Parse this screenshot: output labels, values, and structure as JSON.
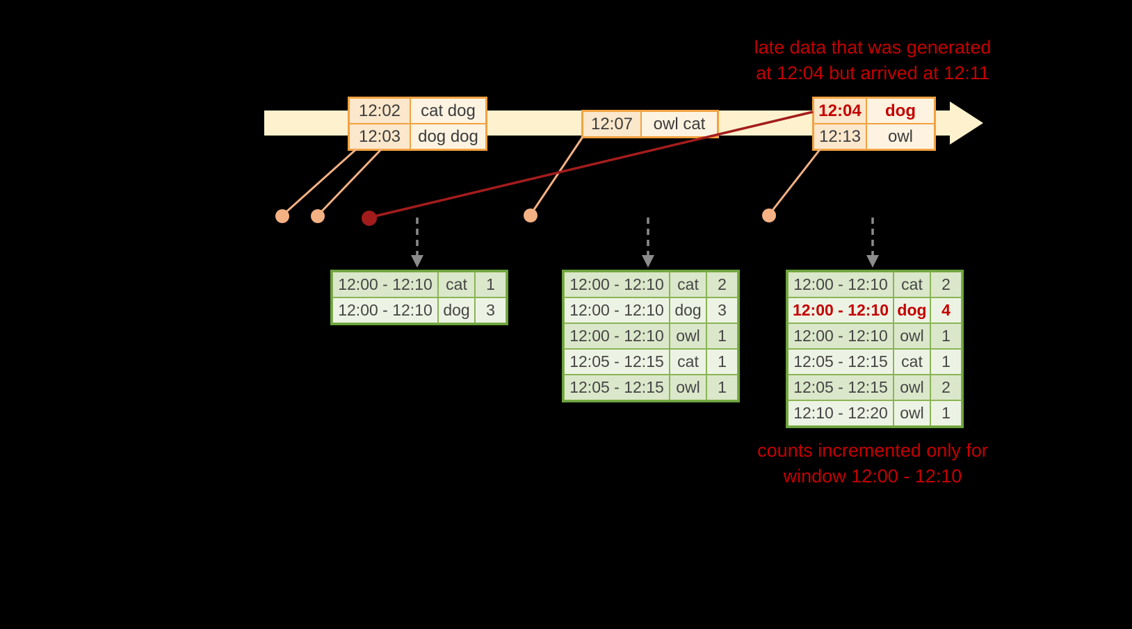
{
  "colors": {
    "bg": "#000000",
    "accent-red": "#c40000",
    "dark-red": "#a31c1c",
    "salmon": "#f4b183",
    "timeline": "#fdf2cd",
    "event-border": "#f2a241",
    "event-time-bg": "#fbe7cb",
    "event-word-bg": "#fdf3e0",
    "table-border": "#6da33f",
    "table-cell-border": "#8ab455",
    "table-row-a": "#dbe7ca",
    "table-row-b": "#edf3e4",
    "table-text": "#454545",
    "arrow-gray": "#8c8c8c"
  },
  "annotations": {
    "late": {
      "line1": "late data that was generated",
      "line2": "at 12:04 but arrived at 12:11"
    },
    "counts": {
      "line1": "counts incremented only for",
      "line2": "window 12:00 - 12:10"
    }
  },
  "events": [
    {
      "rows": [
        {
          "time": "12:02",
          "words": "cat dog"
        },
        {
          "time": "12:03",
          "words": "dog dog"
        }
      ]
    },
    {
      "rows": [
        {
          "time": "12:07",
          "words": "owl cat"
        }
      ]
    },
    {
      "rows": [
        {
          "time": "12:04",
          "words": "dog"
        },
        {
          "time": "12:13",
          "words": "owl"
        }
      ]
    }
  ],
  "tables": [
    {
      "rows": [
        {
          "window": "12:00 - 12:10",
          "word": "cat",
          "count": "1"
        },
        {
          "window": "12:00 - 12:10",
          "word": "dog",
          "count": "3"
        }
      ]
    },
    {
      "rows": [
        {
          "window": "12:00 - 12:10",
          "word": "cat",
          "count": "2"
        },
        {
          "window": "12:00 - 12:10",
          "word": "dog",
          "count": "3"
        },
        {
          "window": "12:00 - 12:10",
          "word": "owl",
          "count": "1"
        },
        {
          "window": "12:05 - 12:15",
          "word": "cat",
          "count": "1"
        },
        {
          "window": "12:05 - 12:15",
          "word": "owl",
          "count": "1"
        }
      ]
    },
    {
      "rows": [
        {
          "window": "12:00 - 12:10",
          "word": "cat",
          "count": "2"
        },
        {
          "window": "12:00 - 12:10",
          "word": "dog",
          "count": "4"
        },
        {
          "window": "12:00 - 12:10",
          "word": "owl",
          "count": "1"
        },
        {
          "window": "12:05 - 12:15",
          "word": "cat",
          "count": "1"
        },
        {
          "window": "12:05 - 12:15",
          "word": "owl",
          "count": "2"
        },
        {
          "window": "12:10 - 12:20",
          "word": "owl",
          "count": "1"
        }
      ]
    }
  ]
}
